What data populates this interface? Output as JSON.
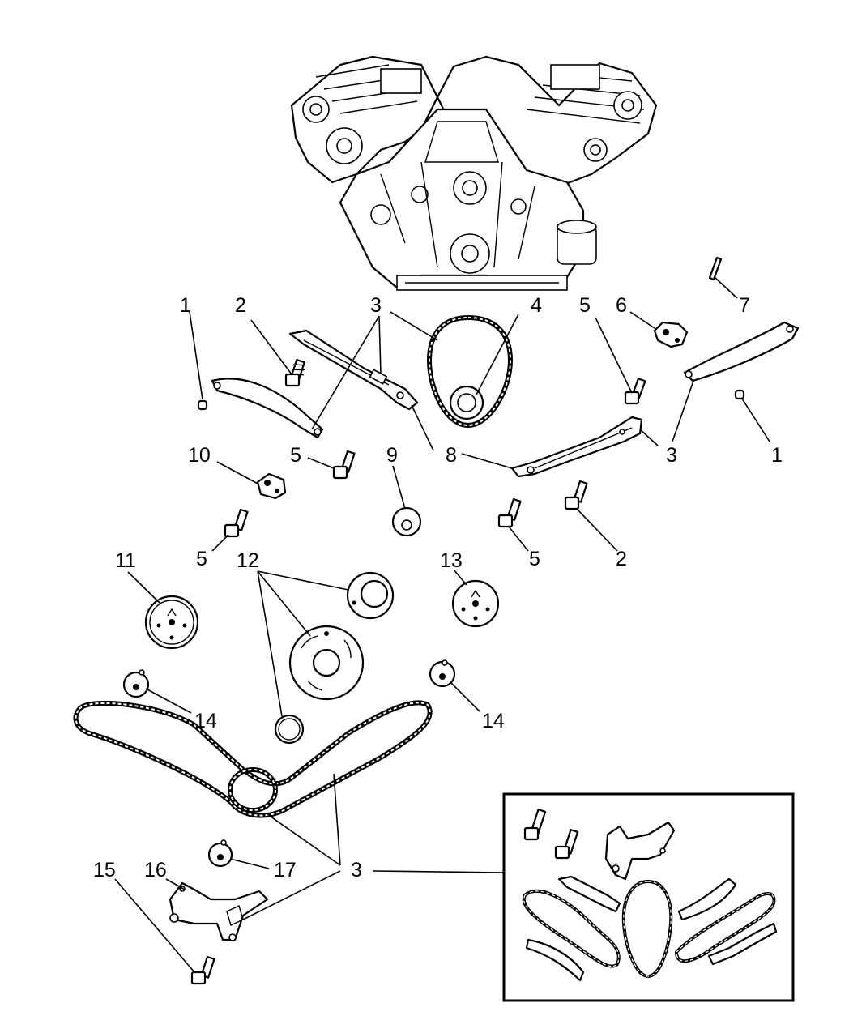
{
  "callouts": {
    "c1a": "1",
    "c1b": "1",
    "c2a": "2",
    "c2b": "2",
    "c3a": "3",
    "c3b": "3",
    "c3c": "3",
    "c4": "4",
    "c5a": "5",
    "c5b": "5",
    "c5c": "5",
    "c5d": "5",
    "c6": "6",
    "c7": "7",
    "c8": "8",
    "c9": "9",
    "c10": "10",
    "c11": "11",
    "c12": "12",
    "c13": "13",
    "c14a": "14",
    "c14b": "14",
    "c15": "15",
    "c16": "16",
    "c17": "17"
  },
  "icons": {
    "engine": "v6-engine-block-drawing",
    "chain": "timing-chain-drawing",
    "guide": "chain-guide-drawing",
    "bolt": "bolt-drawing",
    "sprocket": "sprocket-drawing",
    "tensioner": "chain-tensioner-drawing"
  }
}
